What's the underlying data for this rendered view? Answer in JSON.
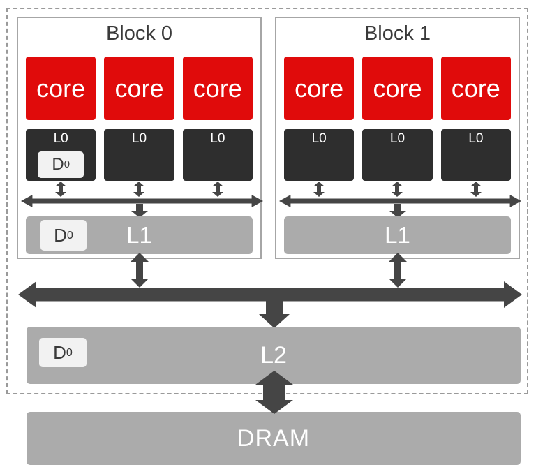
{
  "colors": {
    "core_red": "#e00b0b",
    "dark_box": "#2e2e2e",
    "arrow": "#454545",
    "gray_box": "#ababab",
    "badge_bg": "#f2f2f2",
    "block_border": "#a6a6a6",
    "dashed_border": "#9a9a9a",
    "text_dark": "#3a3a3a",
    "text_light": "#ffffff"
  },
  "blocks": [
    {
      "title": "Block 0",
      "cores": [
        "core",
        "core",
        "core"
      ],
      "l0s": [
        {
          "label": "L0",
          "badge": {
            "text": "D",
            "sub": "0"
          }
        },
        {
          "label": "L0"
        },
        {
          "label": "L0"
        }
      ],
      "l1": {
        "label": "L1",
        "badge": {
          "text": "D",
          "sub": "0"
        }
      }
    },
    {
      "title": "Block 1",
      "cores": [
        "core",
        "core",
        "core"
      ],
      "l0s": [
        {
          "label": "L0"
        },
        {
          "label": "L0"
        },
        {
          "label": "L0"
        }
      ],
      "l1": {
        "label": "L1"
      }
    }
  ],
  "l2": {
    "label": "L2",
    "badge": {
      "text": "D",
      "sub": "0"
    }
  },
  "dram": {
    "label": "DRAM"
  }
}
